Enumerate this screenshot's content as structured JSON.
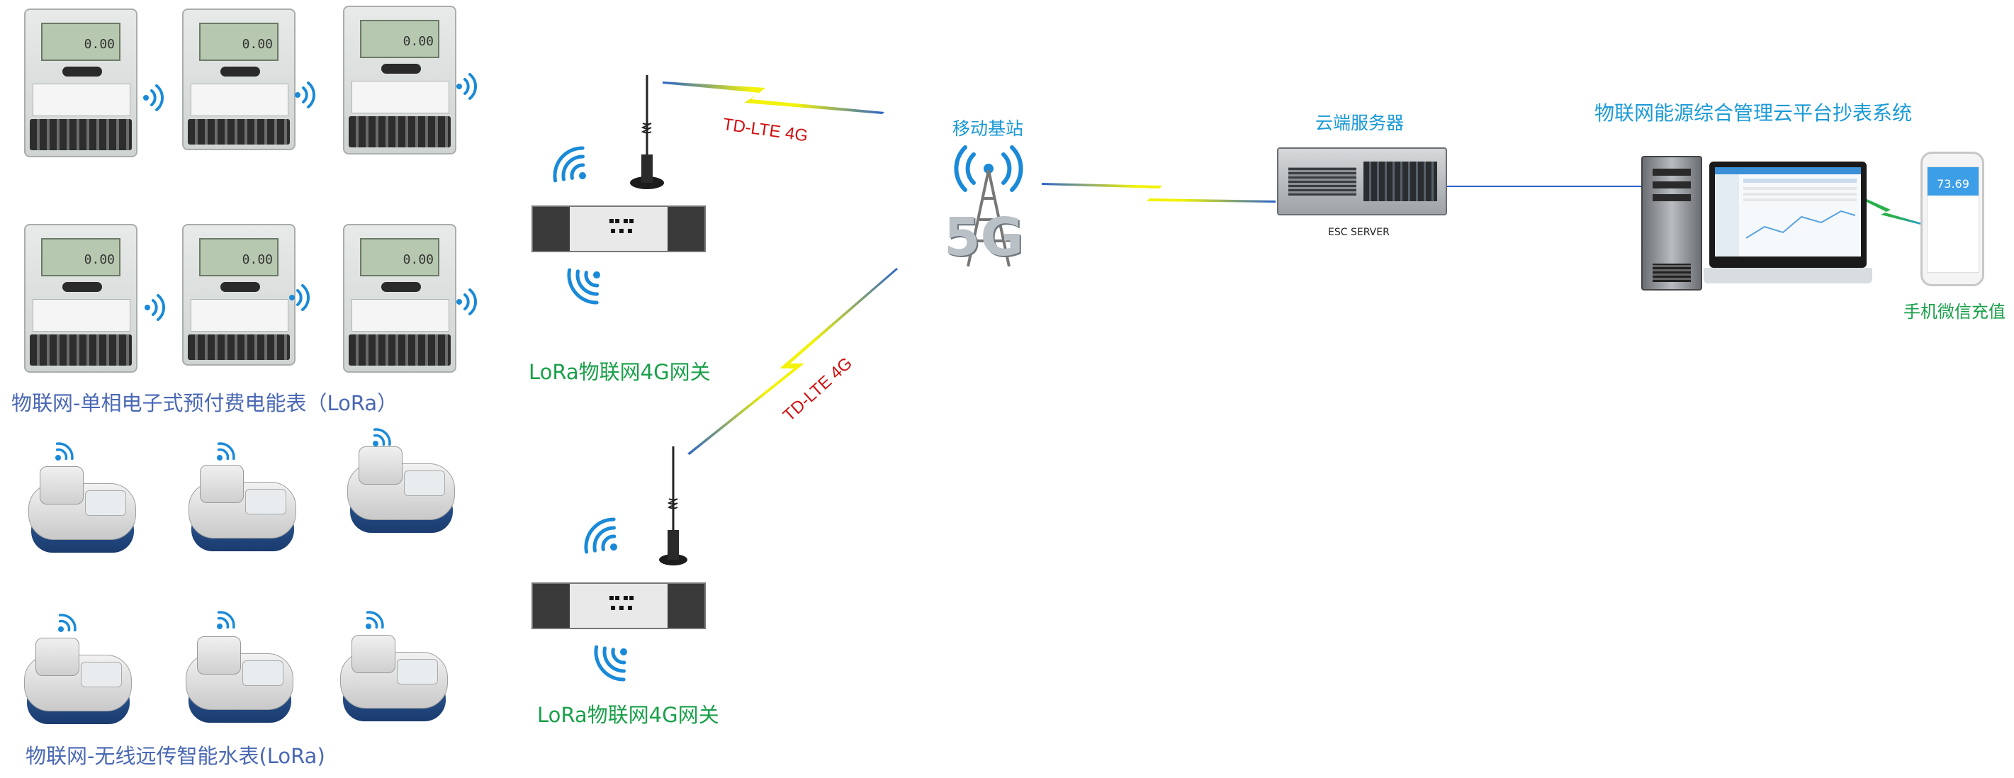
{
  "diagram": {
    "electric_meters_caption": "物联网-单相电子式预付费电能表（LoRa）",
    "water_meters_caption": "物联网-无线远传智能水表(LoRa)",
    "gateway_top_label": "LoRa物联网4G网关",
    "gateway_bottom_label": "LoRa物联网4G网关",
    "link_top_label": "TD-LTE 4G",
    "link_bottom_label": "TD-LTE 4G",
    "base_station_label": "移动基站",
    "base_station_badge": "5G",
    "cloud_server_label": "云端服务器",
    "server_model_label": "ESC SERVER",
    "platform_title": "物联网能源综合管理云平台抄表系统",
    "mobile_recharge_label": "手机微信充值",
    "meter_display_value": "0.00",
    "phone_display_value": "73.69"
  },
  "colors": {
    "caption_blue": "#4a68b4",
    "label_green": "#1aa04a",
    "label_cyan": "#1b9ad6",
    "link_red": "#d01010",
    "bolt_yellow": "#f2f20a",
    "wifi_blue": "#1a8ad8"
  },
  "icons": [
    "wifi-signal-icon",
    "antenna-icon",
    "lightning-link-icon",
    "5g-tower-icon",
    "server-icon",
    "desktop-pc-icon",
    "smartphone-icon"
  ]
}
